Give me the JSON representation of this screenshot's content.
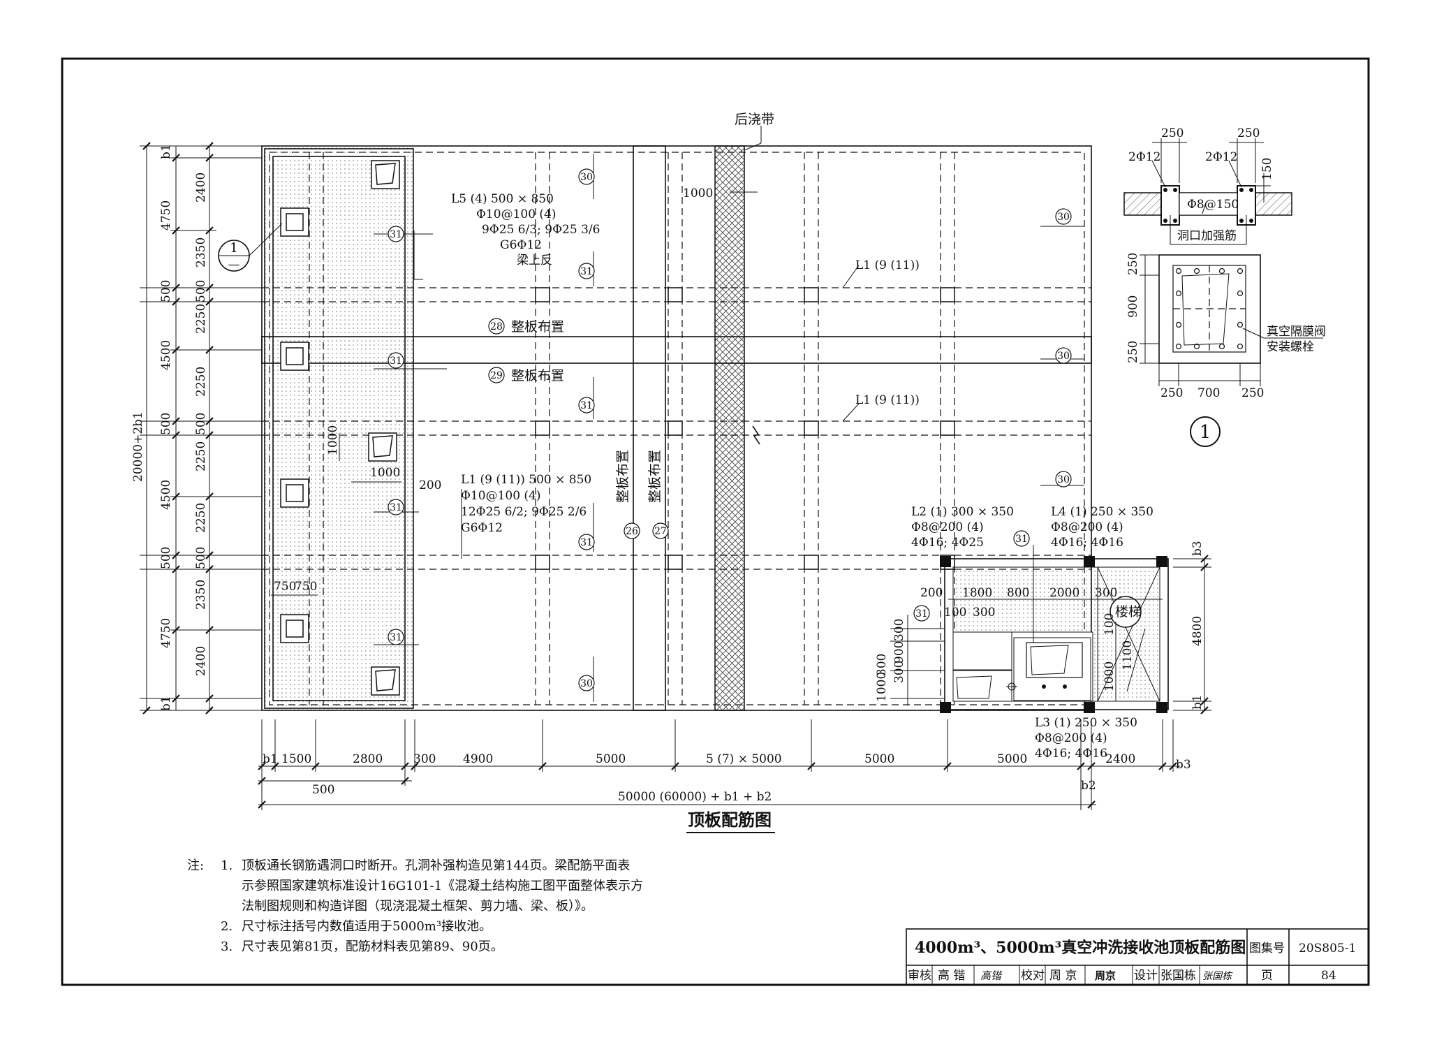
{
  "drawing": {
    "title": "顶板配筋图",
    "labels": {
      "post_pour_strip": "后浇带",
      "stair": "楼梯",
      "slab_layout_26": "整板布置",
      "slab_layout_27": "整板布置",
      "slab_layout_28": "整板布置",
      "slab_layout_29": "整板布置",
      "detail_ref": "1",
      "detail_ref_sub": "—"
    },
    "marks": {
      "m26": "26",
      "m27": "27",
      "m28": "28",
      "m29": "29",
      "m30": "30",
      "m31": "31"
    },
    "beams": {
      "L5": [
        "L5 (4) 500 × 850",
        "Φ10@100 (4)",
        "9Φ25 6/3; 9Φ25 3/6",
        "G6Φ12",
        "梁上反"
      ],
      "L1a": "L1 (9 (11))",
      "L1b": "L1 (9 (11))",
      "L1c": [
        "L1 (9 (11)) 500 × 850",
        "Φ10@100 (4)",
        "12Φ25 6/2; 9Φ25 2/6",
        "G6Φ12"
      ],
      "L2": [
        "L2 (1) 300 × 350",
        "Φ8@200 (4)",
        "4Φ16; 4Φ25"
      ],
      "L4": [
        "L4 (1) 250 × 350",
        "Φ8@200 (4)",
        "4Φ16; 4Φ16"
      ],
      "L3": [
        "L3 (1) 250 × 350",
        "Φ8@200 (4)",
        "4Φ16; 4Φ16"
      ]
    },
    "dims_left": [
      "2400",
      "2350",
      "500",
      "2250",
      "2250",
      "500",
      "2250",
      "2250",
      "500",
      "2350",
      "2400"
    ],
    "dims_left_outer": [
      "4750",
      "500",
      "4500",
      "500",
      "4500",
      "500",
      "4750"
    ],
    "dims_left_b": [
      "b1",
      "b1"
    ],
    "dims_left_total": "20000+2b1",
    "dims_bottom": [
      "1500",
      "2800",
      "300",
      "4900",
      "5000",
      "5 (7) × 5000",
      "5000",
      "5000",
      "2400"
    ],
    "dims_bottom_b": [
      "b1",
      "b2",
      "b3"
    ],
    "dims_bottom_sub": "500",
    "dims_bottom_total": "50000 (60000) + b1 + b2",
    "dims_misc": {
      "d1000a": "1000",
      "d1000b": "1000",
      "d1000c": "1000",
      "d200": "200",
      "d750a": "750",
      "d750b": "750"
    },
    "stair_dims": {
      "top": [
        "200",
        "1800",
        "800",
        "2000",
        "300"
      ],
      "sub": [
        "100",
        "300"
      ],
      "left": [
        "300",
        "900",
        "300",
        "300",
        "1000",
        "1000"
      ],
      "right_v": [
        "100",
        "1100",
        "1000"
      ],
      "height": "4800",
      "b3": "b3",
      "b1": "b1"
    }
  },
  "detail": {
    "title_num": "1",
    "top_dims": [
      "250",
      "250"
    ],
    "rebar": [
      "2Φ12",
      "2Φ12"
    ],
    "stirrup": "Φ8@150",
    "d150": "150",
    "caption": "洞口加强筋",
    "side_dims": [
      "250",
      "900",
      "250"
    ],
    "bottom_dims": [
      "250",
      "700",
      "250"
    ],
    "bolt_label": [
      "真空隔膜阀",
      "安装螺栓"
    ]
  },
  "notes": {
    "label": "注:",
    "items": [
      {
        "num": "1.",
        "lines": [
          "顶板通长钢筋遇洞口时断开。孔洞补强构造见第144页。梁配筋平面表",
          "示参照国家建筑标准设计16G101-1《混凝土结构施工图平面整体表示方",
          "法制图规则和构造详图（现浇混凝土框架、剪力墙、梁、板）》。"
        ]
      },
      {
        "num": "2.",
        "lines": [
          "尺寸标注括号内数值适用于5000m³接收池。"
        ]
      },
      {
        "num": "3.",
        "lines": [
          "尺寸表见第81页，配筋材料表见第89、90页。"
        ]
      }
    ]
  },
  "title_block": {
    "title": "4000m³、5000m³真空冲洗接收池顶板配筋图",
    "atlas_label": "图集号",
    "atlas_no": "20S805-1",
    "review_label": "审核",
    "review_name": "高 锴",
    "check_label": "校对",
    "check_name": "周 京",
    "design_label": "设计",
    "design_name": "张国栋",
    "page_label": "页",
    "page_no": "84",
    "sig1": "高锴",
    "sig2": "周京",
    "sig3": "张国栋"
  }
}
